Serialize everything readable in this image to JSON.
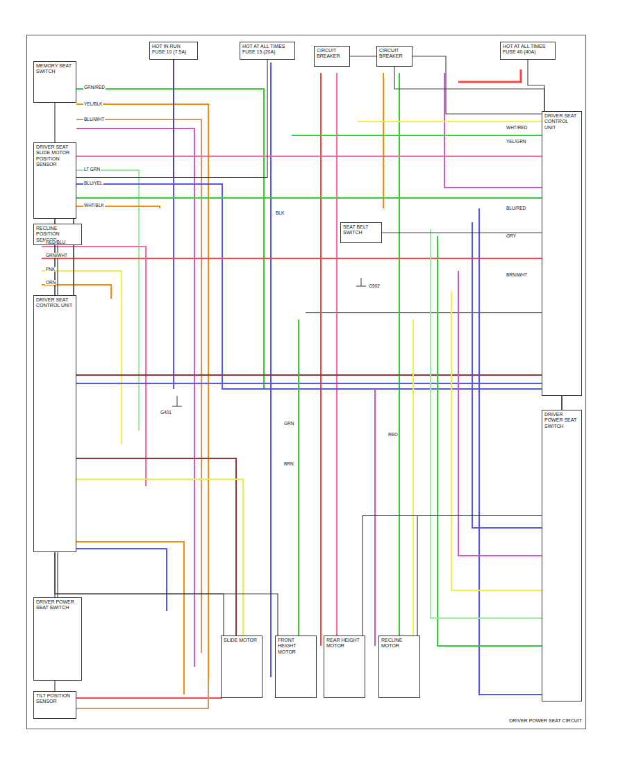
{
  "diagram": {
    "caption": "DRIVER POWER SEAT CIRCUIT",
    "nodes": [
      {
        "text": [
          "HOT IN RUN",
          "FUSE 10 (7.5A)"
        ]
      },
      {
        "text": [
          "HOT AT ALL TIMES",
          "FUSE 15 (20A)"
        ]
      },
      {
        "text": [
          "CIRCUIT BREAKER"
        ]
      },
      {
        "text": [
          "CIRCUIT BREAKER"
        ]
      },
      {
        "text": [
          "HOT AT ALL TIMES",
          "FUSE 40 (40A)"
        ]
      },
      {
        "text": [
          "MEMORY SEAT SWITCH"
        ]
      },
      {
        "text": [
          "DRIVER SEAT SLIDE MOTOR POSITION SENSOR"
        ]
      },
      {
        "text": [
          "RECLINE POSITION SENSOR"
        ]
      },
      {
        "text": [
          "DRIVER SEAT CONTROL UNIT"
        ]
      },
      {
        "text": [
          "SEAT BELT SWITCH"
        ]
      },
      {
        "text": [
          "DRIVER POWER SEAT SWITCH"
        ]
      },
      {
        "text": [
          "TILT POSITION SENSOR"
        ]
      },
      {
        "text": [
          "SLIDE MOTOR"
        ]
      },
      {
        "text": [
          "FRONT HEIGHT MOTOR"
        ]
      },
      {
        "text": [
          "REAR HEIGHT MOTOR"
        ]
      },
      {
        "text": [
          "RECLINE MOTOR"
        ]
      },
      {
        "text": [
          "DRIVER SEAT CONTROL UNIT"
        ]
      },
      {
        "text": [
          "DRIVER POWER SEAT SWITCH"
        ]
      }
    ],
    "edges": [
      {
        "from": 0,
        "to": 8,
        "arrow": "none"
      },
      {
        "from": 1,
        "to": 8,
        "arrow": "none"
      },
      {
        "from": 2,
        "to": 16,
        "arrow": "none"
      },
      {
        "from": 3,
        "to": 16,
        "arrow": "none"
      },
      {
        "from": 4,
        "to": 16,
        "arrow": "none"
      },
      {
        "from": 5,
        "to": 8,
        "arrow": "none"
      },
      {
        "from": 6,
        "to": 8,
        "arrow": "none"
      },
      {
        "from": 7,
        "to": 8,
        "arrow": "none"
      },
      {
        "from": 10,
        "to": 8,
        "arrow": "none"
      },
      {
        "from": 11,
        "to": 8,
        "arrow": "none"
      },
      {
        "from": 8,
        "to": 12,
        "arrow": "none"
      },
      {
        "from": 8,
        "to": 13,
        "arrow": "none"
      },
      {
        "from": 16,
        "to": 14,
        "arrow": "none"
      },
      {
        "from": 16,
        "to": 15,
        "arrow": "none"
      },
      {
        "from": 17,
        "to": 16,
        "arrow": "none"
      },
      {
        "from": 9,
        "to": 16,
        "arrow": "none"
      }
    ],
    "labels": [
      "GRN/RED",
      "YEL/BLK",
      "BLU/WHT",
      "LT GRN",
      "BLU/YEL",
      "WHT/BLK",
      "RED/BLU",
      "GRN/WHT",
      "PNK",
      "ORN",
      "BLK",
      "GRN",
      "BRN",
      "RED",
      "WHT/RED",
      "YEL/GRN",
      "BLU/RED",
      "GRY",
      "BRN/WHT",
      "G401",
      "G502"
    ]
  }
}
